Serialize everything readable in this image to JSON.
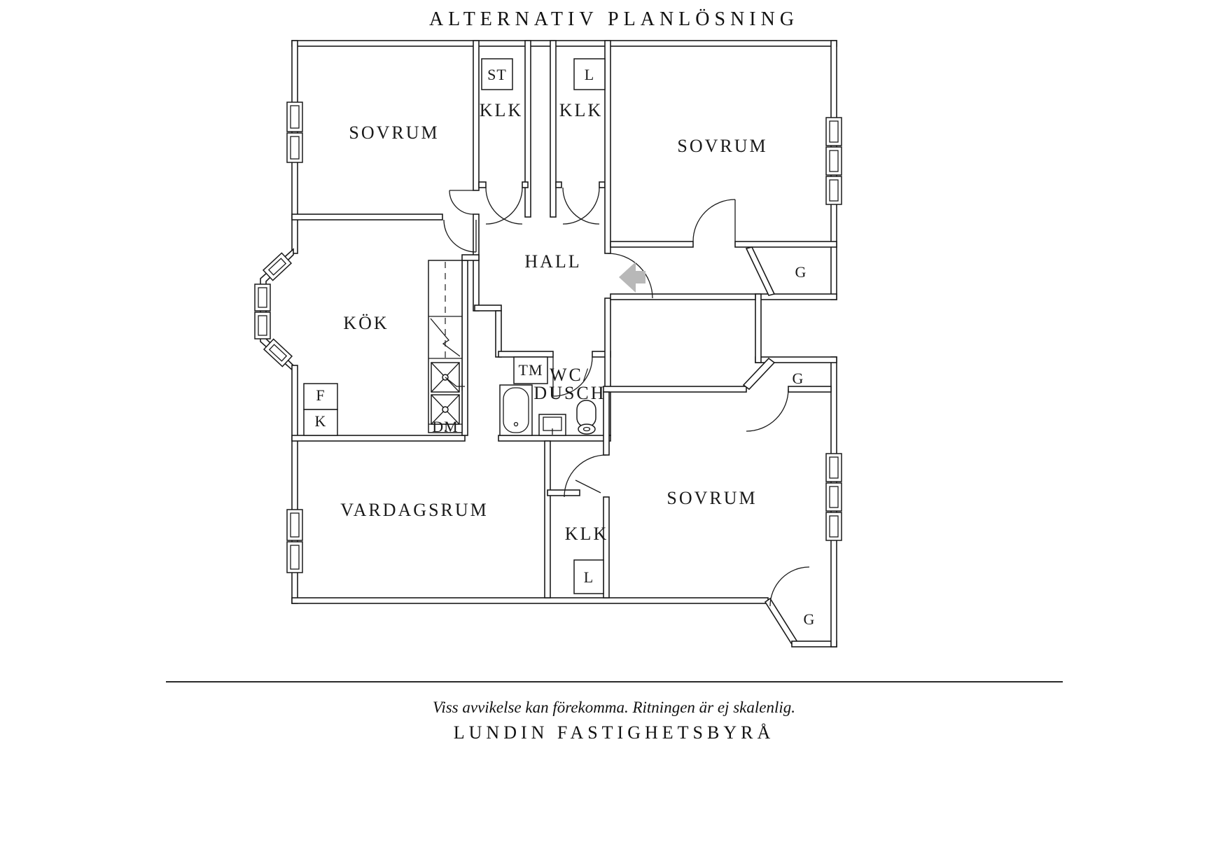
{
  "title": "ALTERNATIV PLANLÖSNING",
  "rooms": {
    "sovrum_tl": "SOVRUM",
    "sovrum_tr": "SOVRUM",
    "sovrum_br": "SOVRUM",
    "kok": "KÖK",
    "hall": "HALL",
    "vardagsrum": "VARDAGSRUM",
    "wc_line1": "WC/",
    "wc_line2": "DUSCH",
    "klk_top_left": "KLK",
    "klk_top_right": "KLK",
    "klk_bottom": "KLK"
  },
  "closets": {
    "st": "ST",
    "l_top": "L",
    "l_bottom": "L",
    "g_top_right": "G",
    "g_mid_right": "G",
    "g_bottom_right": "G"
  },
  "appliances": {
    "tm": "TM",
    "dm": "DM",
    "f": "F",
    "k": "K"
  },
  "footer": {
    "disclaimer": "Viss avvikelse kan förekomma. Ritningen är ej skalenlig.",
    "agency": "LUNDIN FASTIGHETSBYRÅ"
  },
  "colors": {
    "line": "#1a1a1a",
    "entry_arrow": "#b8b8b8",
    "background": "#ffffff"
  }
}
